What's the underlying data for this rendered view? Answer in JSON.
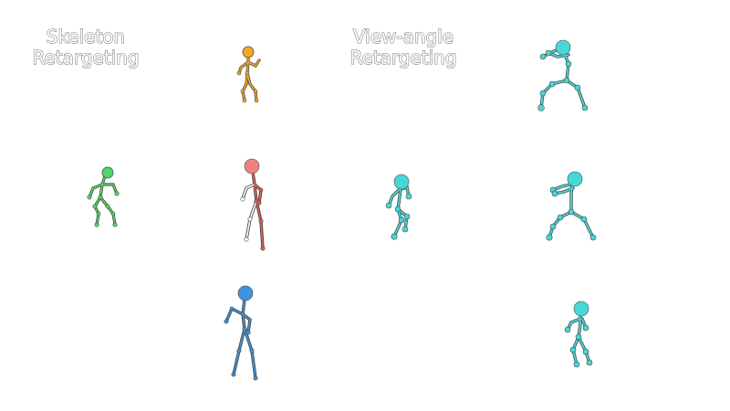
{
  "labels": {
    "skeleton_line1": "Skeleton",
    "skeleton_line2": "Retargeting",
    "view_line1": "View-angle",
    "view_line2": "Retargeting"
  },
  "colors": {
    "orange": "#f5a623",
    "green": "#4cd964",
    "red": "#e05a5a",
    "blue": "#3c94dc",
    "cyan": "#45d8d8",
    "outline": "#4a4a4a"
  },
  "figures": [
    {
      "name": "orange-skeleton",
      "color": "orange",
      "pose": "walking-small"
    },
    {
      "name": "green-skeleton",
      "color": "green",
      "pose": "crouching"
    },
    {
      "name": "red-skeleton",
      "color": "red",
      "pose": "standing-arms-down"
    },
    {
      "name": "blue-skeleton",
      "color": "blue",
      "pose": "standing-arm-raised"
    },
    {
      "name": "cyan-skeleton-top",
      "color": "cyan",
      "pose": "lunge-arms-forward"
    },
    {
      "name": "cyan-skeleton-left",
      "color": "cyan",
      "pose": "crouch-side"
    },
    {
      "name": "cyan-skeleton-mid",
      "color": "cyan",
      "pose": "lunge-arms-forward"
    },
    {
      "name": "cyan-skeleton-bottom",
      "color": "cyan",
      "pose": "crouch-small"
    }
  ]
}
